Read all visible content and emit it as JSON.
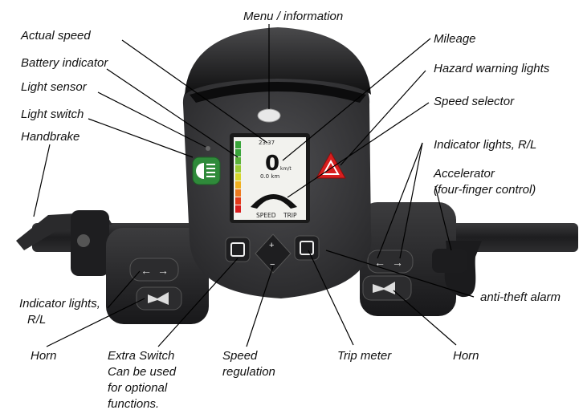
{
  "labels": {
    "menu": "Menu / information",
    "actual_speed": "Actual speed",
    "battery": "Battery indicator",
    "light_sensor": "Light sensor",
    "light_switch": "Light switch",
    "handbrake": "Handbrake",
    "mileage": "Mileage",
    "hazard": "Hazard warning lights",
    "speed_selector": "Speed selector",
    "indicator_right": "Indicator lights, R/L",
    "accelerator_1": "Accelerator",
    "accelerator_2": "(four-finger control)",
    "indicator_left_1": "Indicator lights,",
    "indicator_left_2": "R/L",
    "anti_theft": "anti-theft alarm",
    "horn_left": "Horn",
    "extra_1": "Extra Switch",
    "extra_2": "Can be used",
    "extra_3": "for optional",
    "extra_4": "functions.",
    "speed_reg_1": "Speed",
    "speed_reg_2": "regulation",
    "trip": "Trip meter",
    "horn_right": "Horn"
  },
  "display": {
    "time": "23.37",
    "speed": "0",
    "speed_unit": "km/t",
    "mileage": "0.0 km",
    "mode_1": "SPEED",
    "mode_2": "TRIP",
    "plus": "+",
    "minus": "−"
  },
  "colors": {
    "hazard_red": "#d81e1e",
    "light_switch_green": "#2f8a3a",
    "console_dark": "#2b2b2d"
  }
}
